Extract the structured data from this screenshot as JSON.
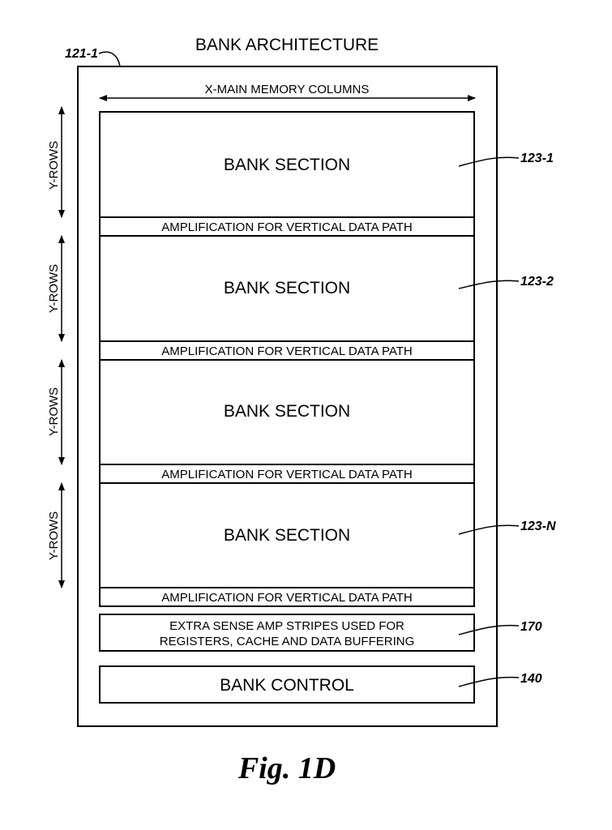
{
  "title": "BANK ARCHITECTURE",
  "bank_ref": "121-1",
  "columns_label": "X-MAIN MEMORY COLUMNS",
  "sections": [
    {
      "label": "BANK SECTION",
      "amp_label": "AMPLIFICATION FOR VERTICAL DATA PATH",
      "rows_label": "Y-ROWS",
      "ref": "123-1"
    },
    {
      "label": "BANK SECTION",
      "amp_label": "AMPLIFICATION FOR VERTICAL DATA PATH",
      "rows_label": "Y-ROWS",
      "ref": "123-2"
    },
    {
      "label": "BANK SECTION",
      "amp_label": "AMPLIFICATION FOR VERTICAL DATA PATH",
      "rows_label": "Y-ROWS",
      "ref": ""
    },
    {
      "label": "BANK SECTION",
      "amp_label": "AMPLIFICATION FOR VERTICAL DATA PATH",
      "rows_label": "Y-ROWS",
      "ref": "123-N"
    }
  ],
  "extra_stripes": {
    "line1": "EXTRA SENSE AMP STRIPES USED FOR",
    "line2": "REGISTERS, CACHE AND DATA BUFFERING",
    "ref": "170"
  },
  "bank_control": {
    "label": "BANK CONTROL",
    "ref": "140"
  },
  "figure_caption": "Fig. 1D"
}
